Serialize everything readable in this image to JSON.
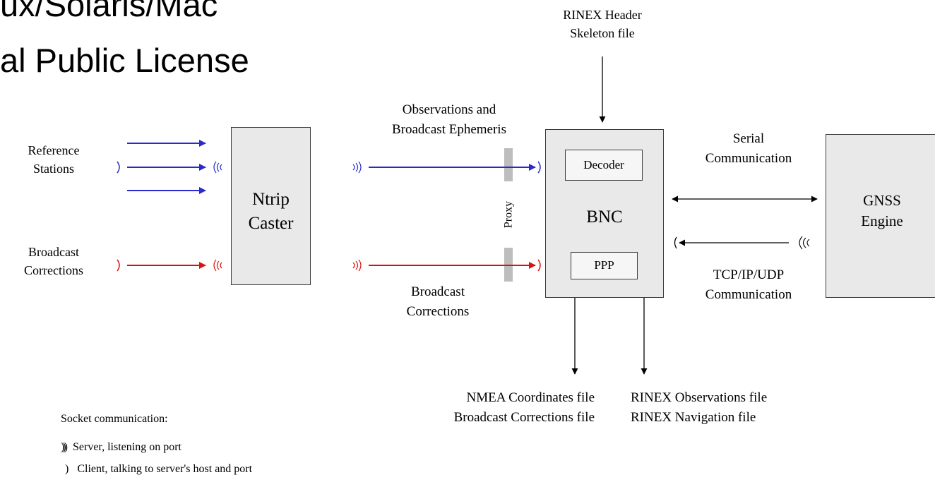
{
  "slide": {
    "title_line1": "ux/Solaris/Mac",
    "title_line2": "al Public License"
  },
  "diagram": {
    "rinex_header": [
      "RINEX Header",
      "Skeleton file"
    ],
    "reference_stations": [
      "Reference",
      "Stations"
    ],
    "broadcast_corrections_in": [
      "Broadcast",
      "Corrections"
    ],
    "ntrip_caster": [
      "Ntrip",
      "Caster"
    ],
    "obs_and_ephemeris": [
      "Observations and",
      "Broadcast Ephemeris"
    ],
    "proxy": "Proxy",
    "broadcast_corrections_mid": [
      "Broadcast",
      "Corrections"
    ],
    "bnc": "BNC",
    "decoder": "Decoder",
    "ppp": "PPP",
    "serial_comm": [
      "Serial",
      "Communication"
    ],
    "tcp_comm": [
      "TCP/IP/UDP",
      "Communication"
    ],
    "gnss_engine": [
      "GNSS",
      "Engine"
    ],
    "nmea_outputs": [
      "NMEA Coordinates file",
      "Broadcast Corrections file"
    ],
    "rinex_outputs": [
      "RINEX Observations file",
      "RINEX Navigation file"
    ]
  },
  "legend": {
    "heading": "Socket communication:",
    "server_symbol": ")))",
    "server_label": "Server, listening on port",
    "client_symbol": ")",
    "client_label": "Client, talking to server's host and port"
  },
  "colors": {
    "observations_stream": "#2a2ad0",
    "corrections_stream": "#e01010",
    "box_fill": "#e9e9e9",
    "proxy_bar": "#bdbdbd"
  }
}
